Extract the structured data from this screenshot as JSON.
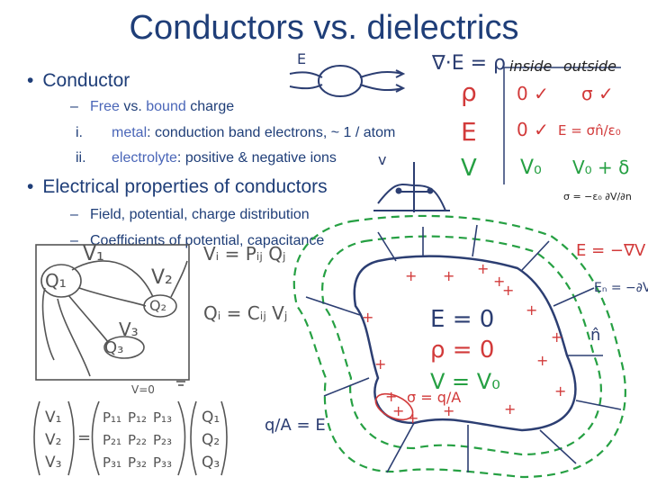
{
  "title": "Conductors vs. dielectrics",
  "bullets": {
    "conductor": "Conductor",
    "electrical": "Electrical properties of conductors"
  },
  "conductor_sub": {
    "free": "Free",
    "vs_bound": " vs. ",
    "bound": "bound",
    "charge": " charge",
    "i_num": "i.",
    "metal": "metal",
    "metal_rest": ": conduction band electrons, ~ 1 / atom",
    "ii_num": "ii.",
    "electrolyte": "electrolyte",
    "electrolyte_rest": ": positive & negative ions"
  },
  "electrical_sub": [
    "Field, potential, charge distribution",
    "Coefficients of potential, capacitance"
  ],
  "handwriting": {
    "gauss": "∇·E = ρ",
    "inside": "inside",
    "outside": "outside",
    "rho": "ρ",
    "E": "E",
    "V": "V",
    "zero1": "0 ✓",
    "sigma": "σ ✓",
    "zero2": "0 ✓",
    "E_out": "E = σn̂/ε₀",
    "V0": "V₀",
    "V0_delta": "V₀ + δ",
    "sigma_rel": "σ = −ε₀ ∂V/∂n",
    "E_grad": "E = −∇V",
    "En": "Eₙ = −∂V/∂n",
    "E_zero": "E = 0",
    "rho_zero": "ρ = 0",
    "V_eq": "V = V₀",
    "sigma_qa": "σ = q/A",
    "q_over_A": "q/A = E",
    "n_hat": "n̂",
    "V1": "V₁",
    "V2": "V₂",
    "V3": "V₃",
    "Q1": "Q₁",
    "Q2": "Q₂",
    "Q3": "Q₃",
    "Vi_eq": "Vᵢ = Pᵢⱼ Qⱼ",
    "Qi_eq": "Qᵢ = Cᵢⱼ Vⱼ",
    "v_zero": "V=0",
    "matrix_V": [
      "V₁",
      "V₂",
      "V₃"
    ],
    "matrix_P": [
      "P₁₁",
      "P₁₂",
      "P₁₃",
      "P₂₁",
      "P₂₂",
      "P₂₃",
      "P₃₁",
      "P₃₂",
      "P₃₃"
    ],
    "matrix_Q": [
      "Q₁",
      "Q₂",
      "Q₃"
    ],
    "E_small": "E",
    "v_small": "v"
  },
  "colors": {
    "title": "#1f3e78",
    "highlight": "#4a66b8",
    "ink": "#2c3e72",
    "green": "#26a043",
    "red": "#d23a3a",
    "pencil": "#555555"
  }
}
